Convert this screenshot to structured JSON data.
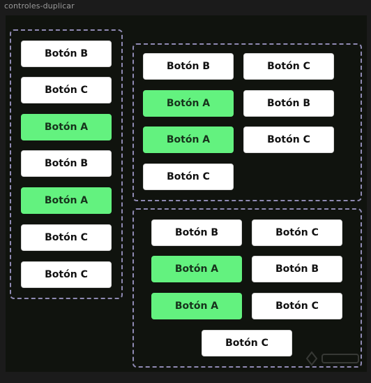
{
  "frame": {
    "title": "controles-duplicar"
  },
  "colors": {
    "background": "#10130e",
    "frame_outer": "#1b1b1b",
    "dashed_border": "#8f8ab3",
    "button_white": "#ffffff",
    "button_green": "#63f27f"
  },
  "group_left": {
    "buttons": [
      {
        "label": "Botón B",
        "variant": "white"
      },
      {
        "label": "Botón C",
        "variant": "white"
      },
      {
        "label": "Botón A",
        "variant": "green"
      },
      {
        "label": "Botón B",
        "variant": "white"
      },
      {
        "label": "Botón A",
        "variant": "green"
      },
      {
        "label": "Botón C",
        "variant": "white"
      },
      {
        "label": "Botón C",
        "variant": "white"
      }
    ]
  },
  "group_top_right": {
    "buttons": [
      {
        "label": "Botón B",
        "variant": "white"
      },
      {
        "label": "Botón C",
        "variant": "white"
      },
      {
        "label": "Botón A",
        "variant": "green"
      },
      {
        "label": "Botón B",
        "variant": "white"
      },
      {
        "label": "Botón A",
        "variant": "green"
      },
      {
        "label": "Botón C",
        "variant": "white"
      },
      {
        "label": "Botón C",
        "variant": "white"
      }
    ]
  },
  "group_bottom_right": {
    "buttons": [
      {
        "label": "Botón B",
        "variant": "white"
      },
      {
        "label": "Botón C",
        "variant": "white"
      },
      {
        "label": "Botón A",
        "variant": "green"
      },
      {
        "label": "Botón B",
        "variant": "white"
      },
      {
        "label": "Botón A",
        "variant": "green"
      },
      {
        "label": "Botón C",
        "variant": "white"
      },
      {
        "label": "Botón C",
        "variant": "white"
      }
    ]
  }
}
